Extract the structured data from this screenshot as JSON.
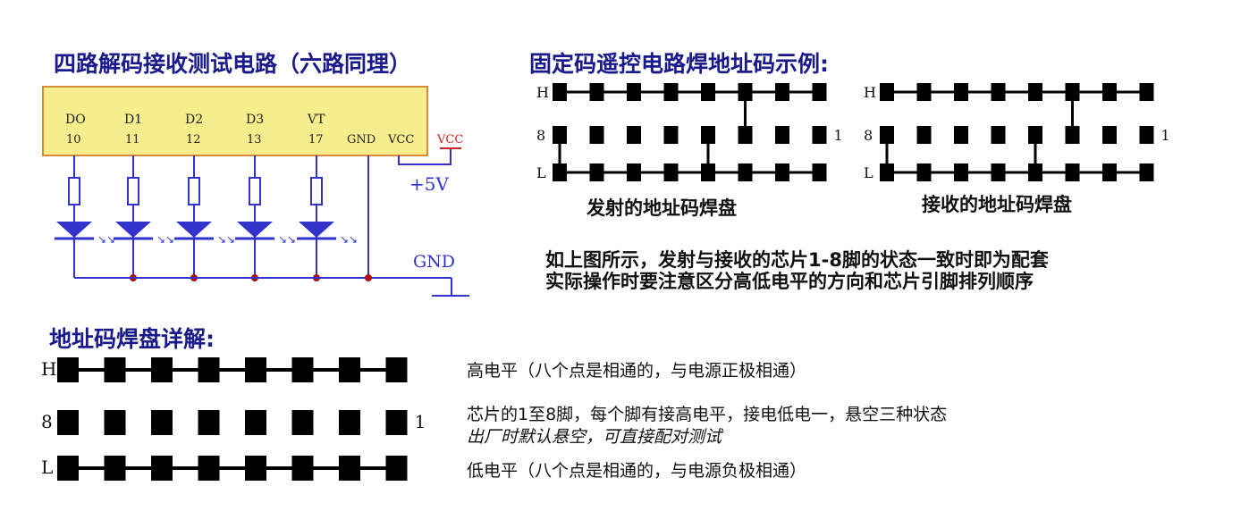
{
  "circuit": {
    "title": "四路解码接收测试电路（六路同理）",
    "pins": [
      {
        "name": "DO",
        "num": "10"
      },
      {
        "name": "D1",
        "num": "11"
      },
      {
        "name": "D2",
        "num": "12"
      },
      {
        "name": "D3",
        "num": "13"
      },
      {
        "name": "VT",
        "num": "17"
      }
    ],
    "gnd_pin": "GND",
    "vcc_pin": "VCC",
    "vcc_symbol": "VCC",
    "supply": "+5V",
    "ground": "GND",
    "colors": {
      "chip": "#f6ee8c",
      "chip_border": "#d98b3a",
      "wire": "#3333cc",
      "junction": "#aa1111",
      "vcc": "#cc2222"
    }
  },
  "example": {
    "title": "固定码遥控电路焊地址码示例:",
    "row_labels": {
      "high": "H",
      "pins": "8",
      "low": "L",
      "pin_one": "1"
    },
    "transmitter": {
      "caption": "发射的地址码焊盘",
      "to_high": [
        5
      ],
      "to_low": [
        0,
        4
      ]
    },
    "receiver": {
      "caption": "接收的地址码焊盘",
      "to_high": [
        5
      ],
      "to_low": [
        0,
        4
      ]
    },
    "note_line1": "如上图所示，发射与接收的芯片1-8脚的状态一致时即为配套",
    "note_line2": "实际操作时要注意区分高低电平的方向和芯片引脚排列顺序"
  },
  "detail": {
    "title": "地址码焊盘详解:",
    "row_labels": {
      "high": "H",
      "pins": "8",
      "low": "L",
      "pin_one": "1"
    },
    "high_desc": "高电平（八个点是相通的，与电源正极相通）",
    "pins_desc": "芯片的1至8脚，每个脚有接高电平，接电低电一，悬空三种状态",
    "pins_desc2": "出厂时默认悬空，可直接配对测试",
    "low_desc": "低电平（八个点是相通的，与电源负极相通）"
  }
}
